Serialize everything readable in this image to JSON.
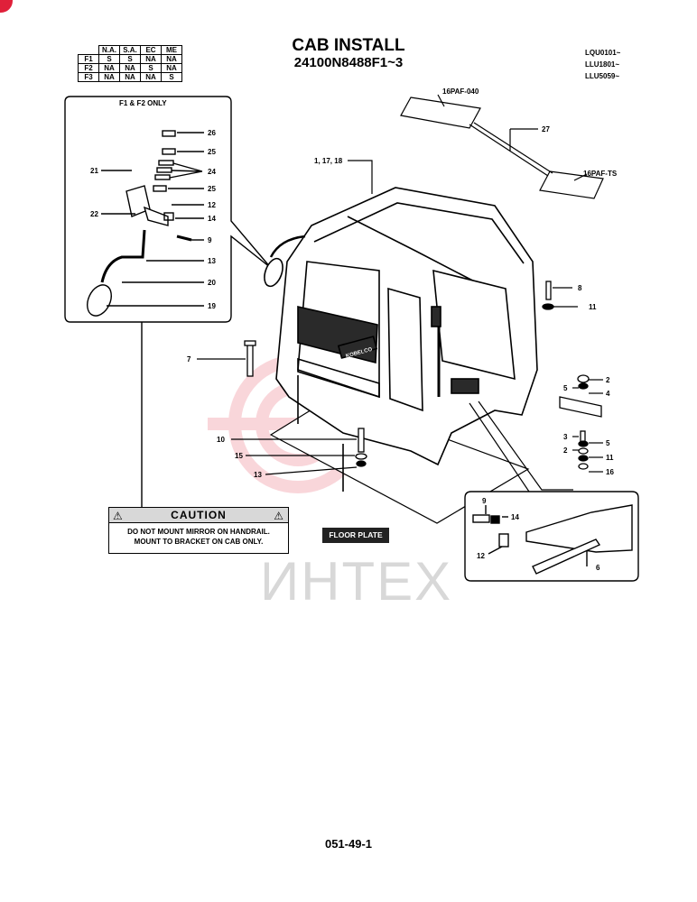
{
  "header": {
    "title": "CAB INSTALL",
    "part_number": "24100N8488F1~3",
    "serials": [
      "LQU0101~",
      "LLU1801~",
      "LLU5059~"
    ]
  },
  "options_table": {
    "columns": [
      "N.A.",
      "S.A.",
      "EC",
      "ME"
    ],
    "rows": [
      {
        "label": "F1",
        "cells": [
          "S",
          "S",
          "NA",
          "NA"
        ]
      },
      {
        "label": "F2",
        "cells": [
          "NA",
          "NA",
          "S",
          "NA"
        ]
      },
      {
        "label": "F3",
        "cells": [
          "NA",
          "NA",
          "NA",
          "S"
        ]
      }
    ]
  },
  "inset_left": {
    "title": "F1 & F2 ONLY",
    "callouts": [
      "26",
      "25",
      "24",
      "25",
      "12",
      "14",
      "9",
      "13",
      "20",
      "19",
      "21",
      "22"
    ]
  },
  "decals": {
    "top": "16PAF-040",
    "bottom": "16PAF-TS",
    "callout": "27"
  },
  "main_callouts": [
    "1, 17, 18",
    "8",
    "11",
    "7",
    "2",
    "5",
    "4",
    "3",
    "5",
    "2",
    "11",
    "16",
    "10",
    "15",
    "13"
  ],
  "inset_right": {
    "callouts": [
      "9",
      "14",
      "12",
      "6"
    ]
  },
  "caution": {
    "header": "CAUTION",
    "line1": "DO NOT MOUNT MIRROR ON HANDRAIL.",
    "line2": "MOUNT TO BRACKET ON CAB ONLY."
  },
  "floor_plate_label": "FLOOR PLATE",
  "cab_decal": "KOBELCO",
  "watermark": "ИНТЕХ",
  "page_number": "051-49-1"
}
